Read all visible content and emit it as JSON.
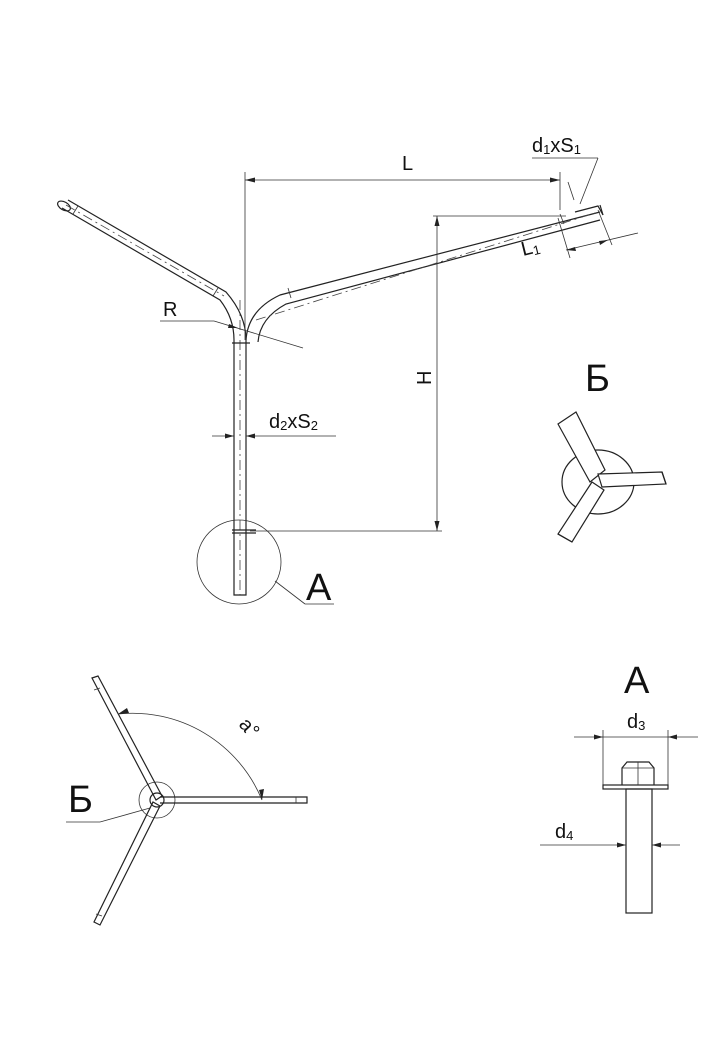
{
  "labels": {
    "L": "L",
    "d1": "d",
    "d1_sub": "1",
    "x1": "xS",
    "s1_sub": "1",
    "L1": "L",
    "L1_sub": "1",
    "R": "R",
    "H": "H",
    "d2": "d",
    "d2_sub": "2",
    "x2": "xS",
    "s2_sub": "2",
    "A_callout": "A",
    "B_view_title": "Б",
    "B_callout": "Б",
    "angle": "a°",
    "A_detail_title": "A",
    "d3": "d",
    "d3_sub": "3",
    "d4": "d",
    "d4_sub": "4"
  }
}
